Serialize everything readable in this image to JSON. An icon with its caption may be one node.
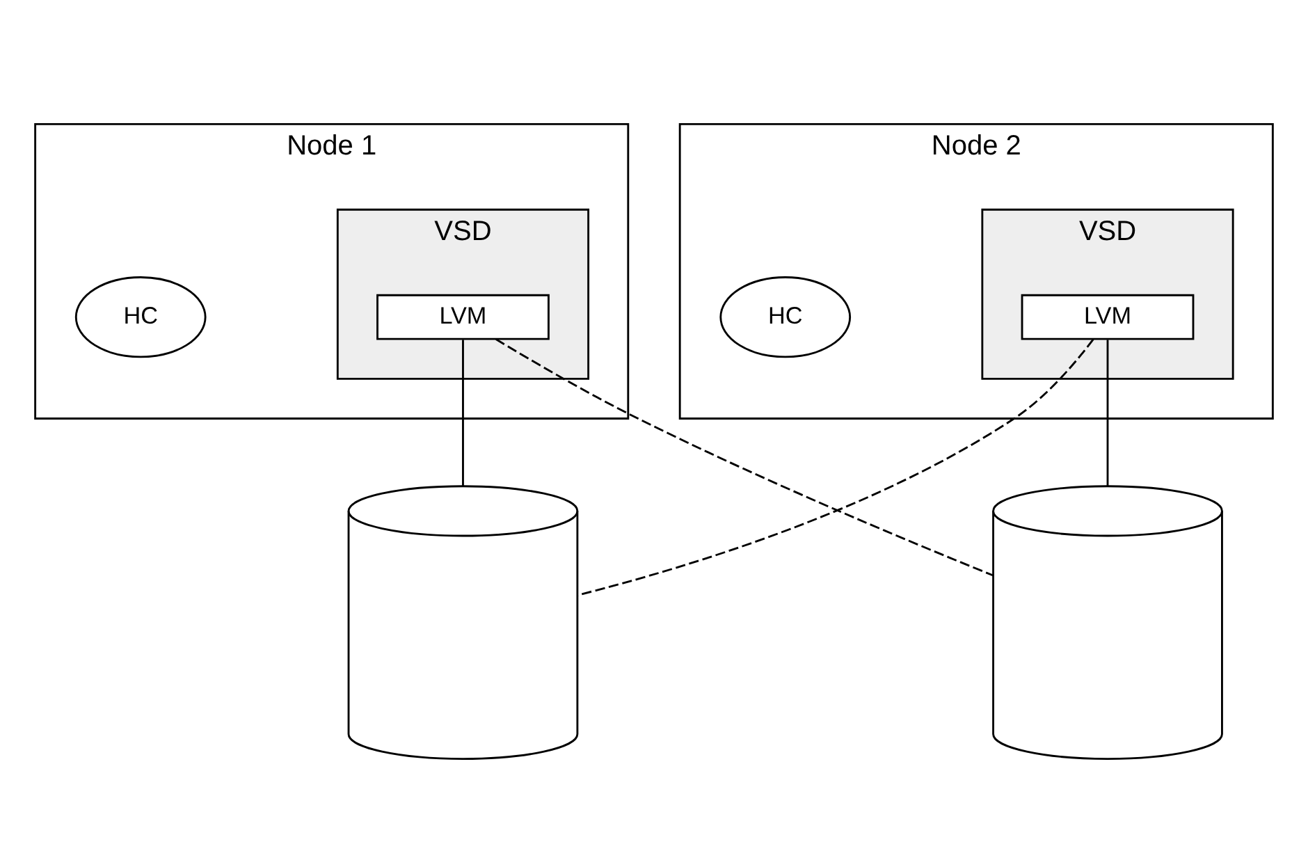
{
  "diagram": {
    "nodes": [
      {
        "text": [
          "Node 1"
        ]
      },
      {
        "text": [
          "HC"
        ],
        "in": 0
      },
      {
        "text": [
          "VSD"
        ],
        "in": 0
      },
      {
        "text": [
          "LVM"
        ],
        "in": 2
      },
      {
        "text": [
          "Node 2"
        ]
      },
      {
        "text": [
          "HC"
        ],
        "in": 4
      },
      {
        "text": [
          "VSD"
        ],
        "in": 4
      },
      {
        "text": [
          "LVM"
        ],
        "in": 6
      },
      {
        "text": [],
        "shape": "cylinder"
      },
      {
        "text": [],
        "shape": "cylinder"
      }
    ],
    "edges": [
      {
        "from": 3,
        "to": 8,
        "arrow": "none"
      },
      {
        "from": 3,
        "to": 9,
        "arrow": "none",
        "style": "dashed"
      },
      {
        "from": 7,
        "to": 8,
        "arrow": "none",
        "style": "dashed"
      },
      {
        "from": 7,
        "to": 9,
        "arrow": "none"
      }
    ]
  }
}
